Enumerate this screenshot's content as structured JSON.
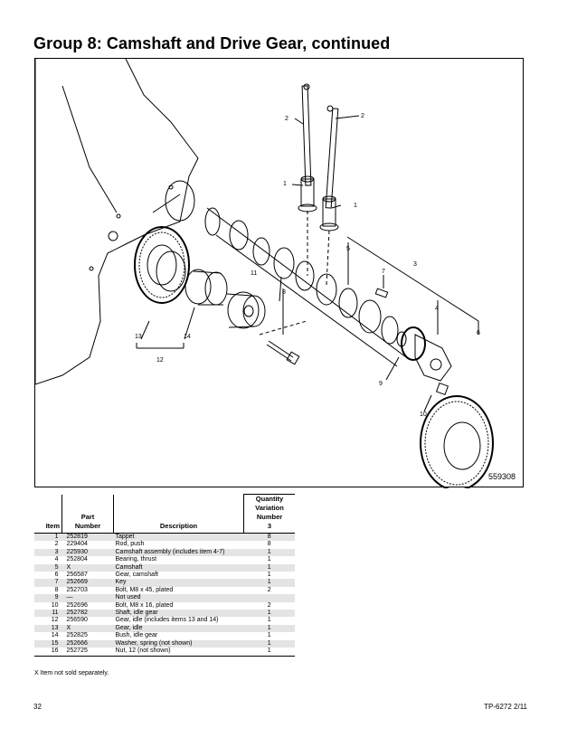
{
  "page": {
    "title": "Group 8:  Camshaft and Drive Gear, continued",
    "figure_id": "559308",
    "footnote": "X  Item not sold separately.",
    "page_number": "32",
    "document_id": "TP-6272  2/11"
  },
  "callouts": [
    "2",
    "2",
    "1",
    "1",
    "5",
    "3",
    "7",
    "11",
    "8",
    "13",
    "14",
    "12",
    "4",
    "6",
    "9",
    "10"
  ],
  "table": {
    "headers": {
      "item": "Item",
      "part_number_line1": "Part",
      "part_number_line2": "Number",
      "description": "Description",
      "qty_line1": "Quantity",
      "qty_line2": "Variation",
      "qty_line3": "Number",
      "qty_line4": "3"
    },
    "rows": [
      {
        "item": "1",
        "part": "252819",
        "desc": "Tappet",
        "qty": "8"
      },
      {
        "item": "2",
        "part": "229404",
        "desc": "Rod, push",
        "qty": "8"
      },
      {
        "item": "3",
        "part": "225930",
        "desc": "Camshaft assembly (includes item 4-7)",
        "qty": "1"
      },
      {
        "item": "4",
        "part": "252804",
        "desc": "Bearing, thrust",
        "qty": "1"
      },
      {
        "item": "5",
        "part": "X",
        "desc": "Camshaft",
        "qty": "1"
      },
      {
        "item": "6",
        "part": "256587",
        "desc": "Gear, camshaft",
        "qty": "1"
      },
      {
        "item": "7",
        "part": "252669",
        "desc": "Key",
        "qty": "1"
      },
      {
        "item": "8",
        "part": "252703",
        "desc": "Bolt, M8 x 45, plated",
        "qty": "2"
      },
      {
        "item": "9",
        "part": "—",
        "desc": "Not used",
        "qty": ""
      },
      {
        "item": "10",
        "part": "252696",
        "desc": "Bolt, M8 x 16, plated",
        "qty": "2"
      },
      {
        "item": "11",
        "part": "252782",
        "desc": "Shaft, idle gear",
        "qty": "1"
      },
      {
        "item": "12",
        "part": "256590",
        "desc": "Gear, idle (includes items 13 and 14)",
        "qty": "1"
      },
      {
        "item": "13",
        "part": "X",
        "desc": "Gear, idle",
        "qty": "1"
      },
      {
        "item": "14",
        "part": "252825",
        "desc": "Bush, idle gear",
        "qty": "1"
      },
      {
        "item": "15",
        "part": "252666",
        "desc": "Washer, spring (not shown)",
        "qty": "1"
      },
      {
        "item": "16",
        "part": "252725",
        "desc": "Nut, 12 (not shown)",
        "qty": "1"
      }
    ]
  }
}
